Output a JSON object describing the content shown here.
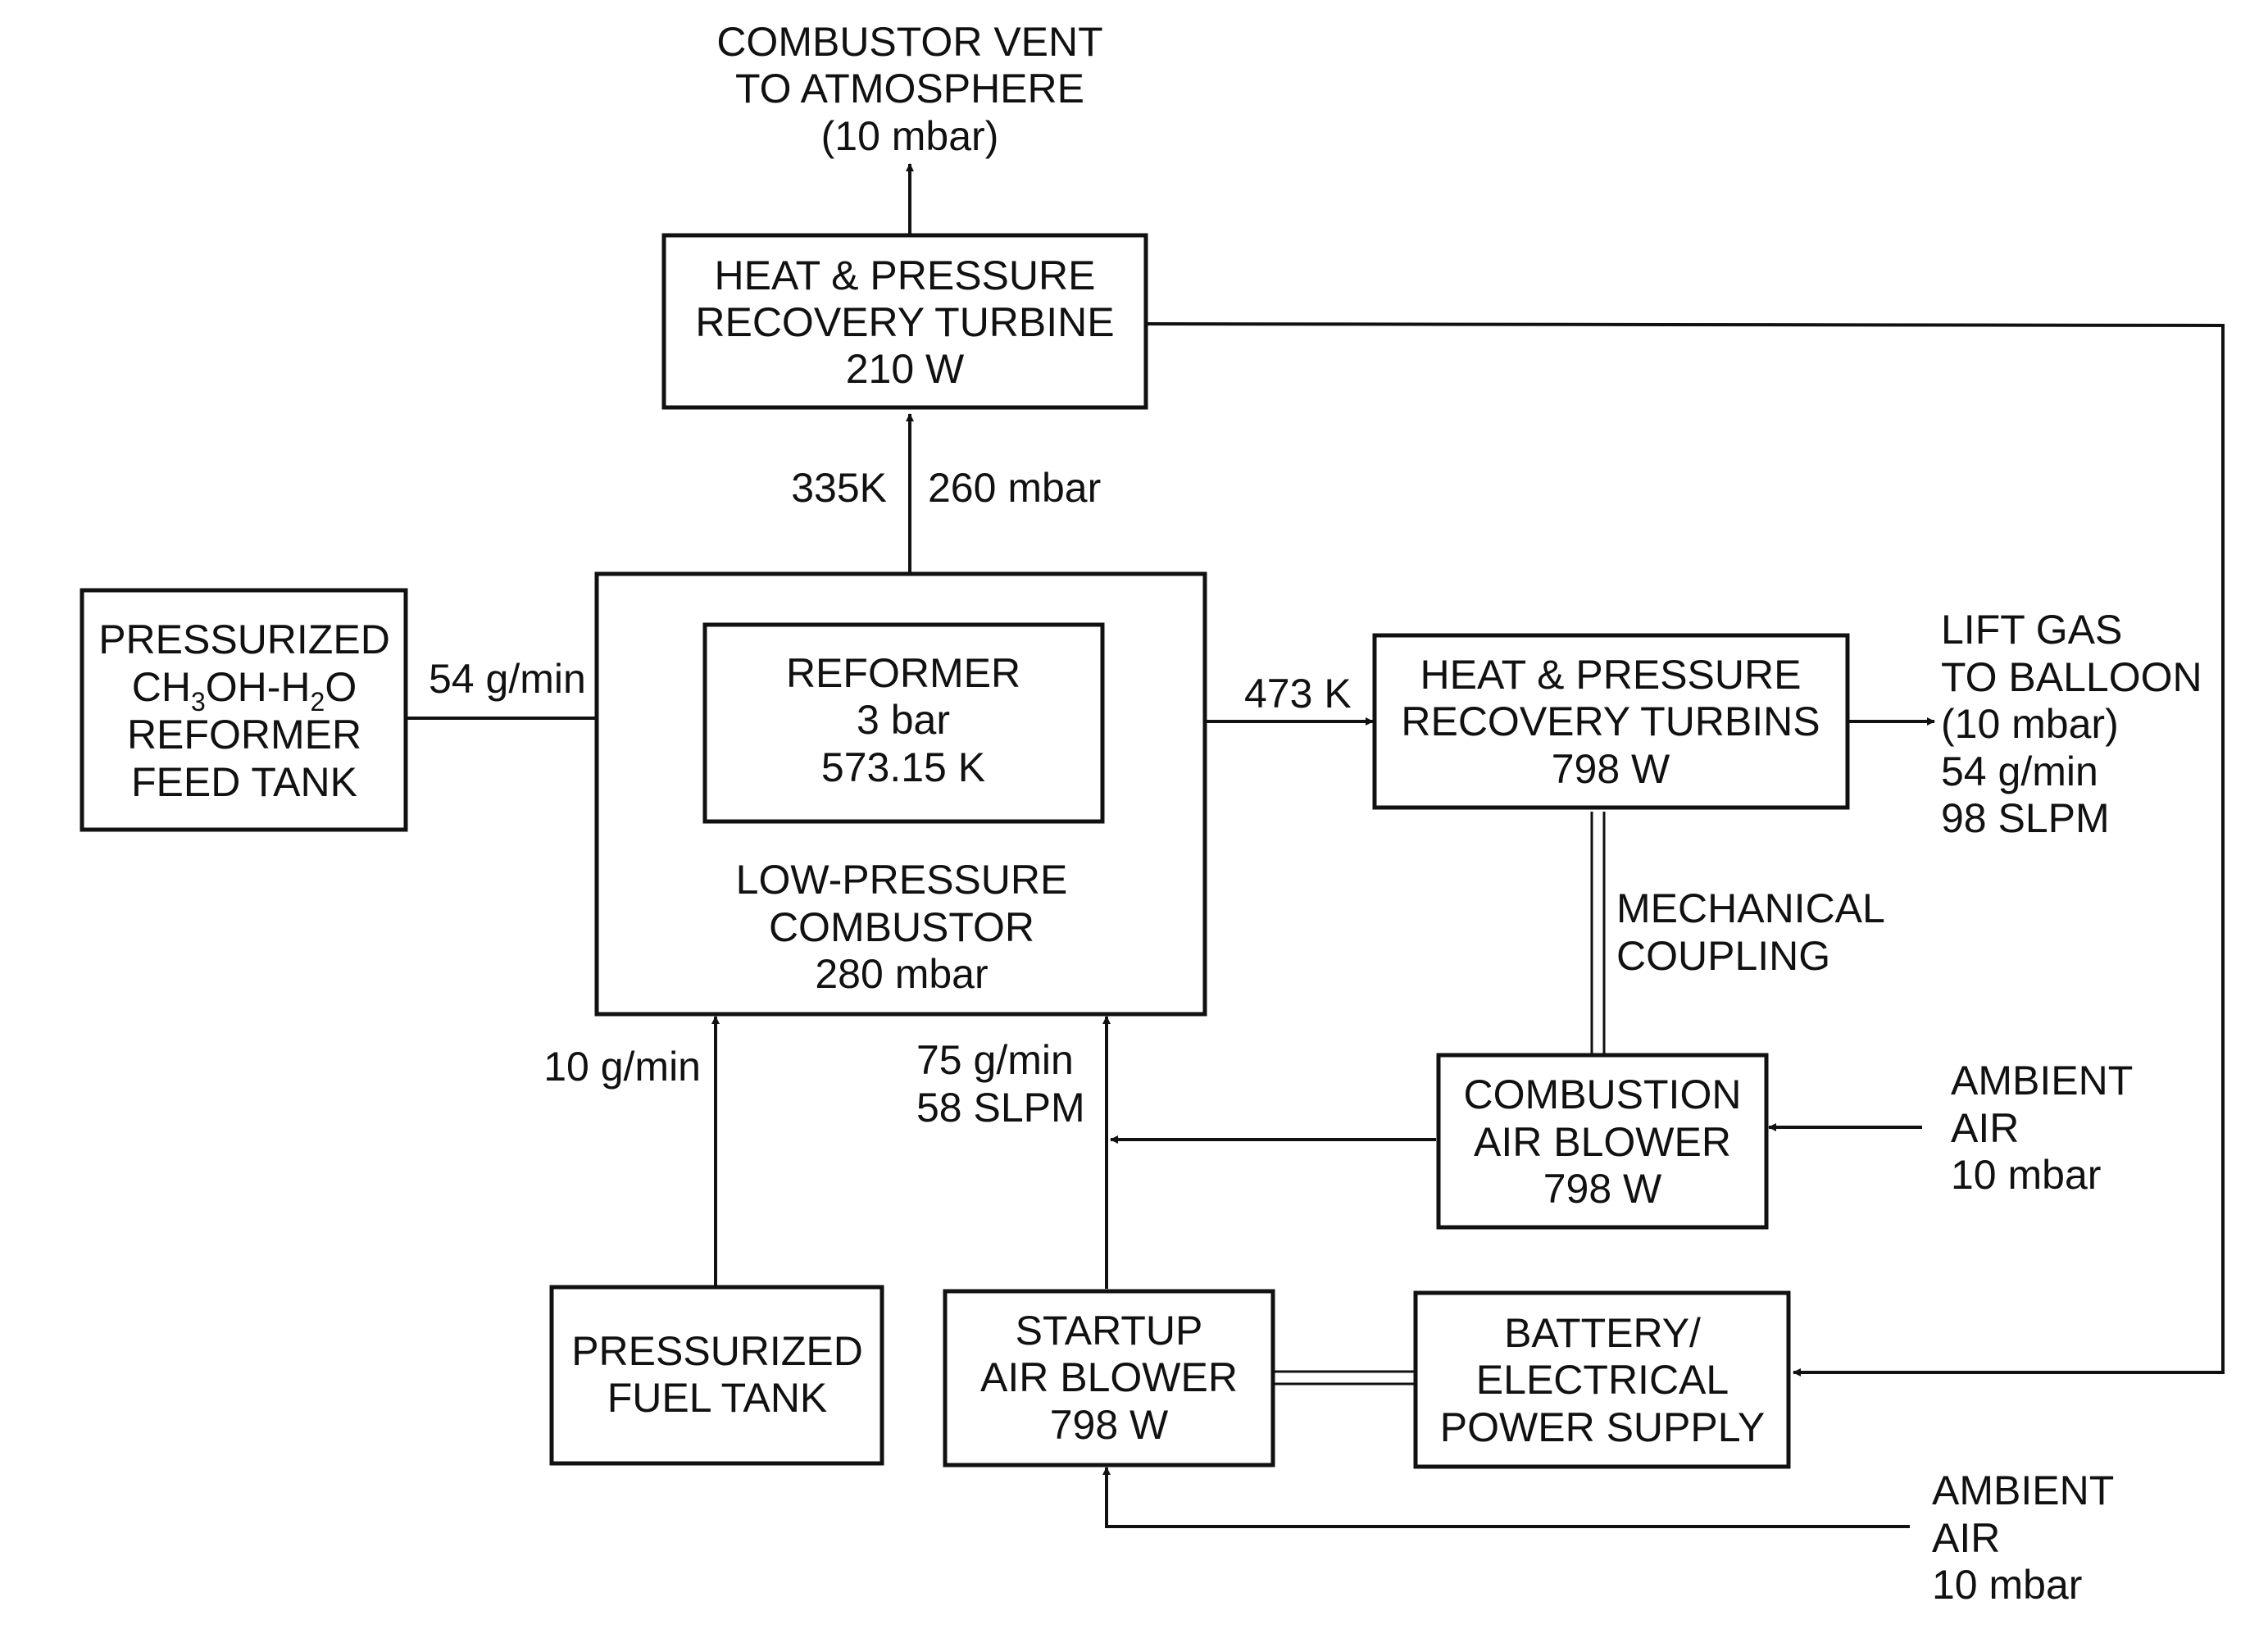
{
  "blocks": {
    "recovery_turbine_top": [
      "HEAT & PRESSURE",
      "RECOVERY TURBINE",
      "210 W"
    ],
    "feed_tank": [
      "PRESSURIZED",
      "CH",
      "3",
      "OH-H",
      "2",
      "O",
      "REFORMER",
      "FEED TANK"
    ],
    "reformer": [
      "REFORMER",
      "3 bar",
      "573.15 K"
    ],
    "combustor": [
      "LOW-PRESSURE",
      "COMBUSTOR",
      "280 mbar"
    ],
    "recovery_turbins_right": [
      "HEAT & PRESSURE",
      "RECOVERY TURBINS",
      "798 W"
    ],
    "combustion_air_blower": [
      "COMBUSTION",
      "AIR BLOWER",
      "798 W"
    ],
    "fuel_tank": [
      "PRESSURIZED",
      "FUEL TANK"
    ],
    "startup_air_blower": [
      "STARTUP",
      "AIR BLOWER",
      "798 W"
    ],
    "battery": [
      "BATTERY/",
      "ELECTRICAL",
      "POWER SUPPLY"
    ]
  },
  "labels": {
    "vent": [
      "COMBUSTOR VENT",
      "TO ATMOSPHERE",
      "(10 mbar)"
    ],
    "exhaust_temp": "335K",
    "exhaust_pressure": "260 mbar",
    "feed_flow": "54 g/min",
    "reformate_temp": "473 K",
    "lift_gas": [
      "LIFT GAS",
      "TO BALLOON",
      "(10 mbar)",
      "54 g/min",
      "98 SLPM"
    ],
    "mechanical_coupling": [
      "MECHANICAL",
      "COUPLING"
    ],
    "fuel_flow": "10 g/min",
    "air_flow": [
      "75 g/min",
      "58 SLPM"
    ],
    "ambient_air_1": [
      "AMBIENT",
      "AIR",
      "10 mbar"
    ],
    "ambient_air_2": [
      "AMBIENT",
      "AIR",
      "10 mbar"
    ]
  }
}
